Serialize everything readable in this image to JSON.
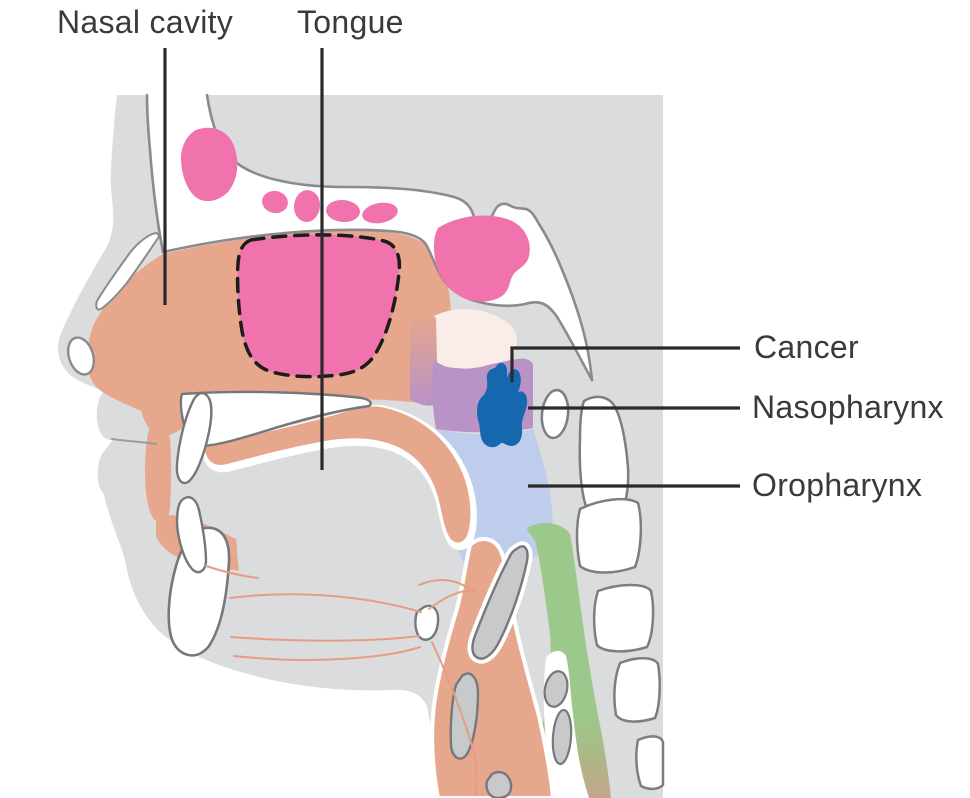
{
  "diagram": {
    "labels": [
      {
        "id": "nasal-cavity",
        "text": "Nasal cavity"
      },
      {
        "id": "tongue",
        "text": "Tongue"
      },
      {
        "id": "cancer",
        "text": "Cancer"
      },
      {
        "id": "nasopharynx",
        "text": "Nasopharynx"
      },
      {
        "id": "oropharynx",
        "text": "Oropharynx"
      }
    ],
    "colors": {
      "silhouette": "#DBDCDD",
      "bone": "#FFFFFF",
      "bone_outline": "#8A8B8E",
      "soft_tissue": "#E7A78C",
      "muscle_line": "#E59D83",
      "sinus_pink": "#F173AE",
      "highlight_pink": "#F173AE",
      "pale_pink": "#FAEDE8",
      "nasopharynx_purple": "#B992C6",
      "oropharynx_blue": "#BFCDEC",
      "hypopharynx_green": "#9CC98B",
      "cancer_blue": "#1668AE",
      "cartilage": "#C8C9CB",
      "leader_line": "#2A2A2C",
      "text": "#3A3A3A"
    }
  }
}
